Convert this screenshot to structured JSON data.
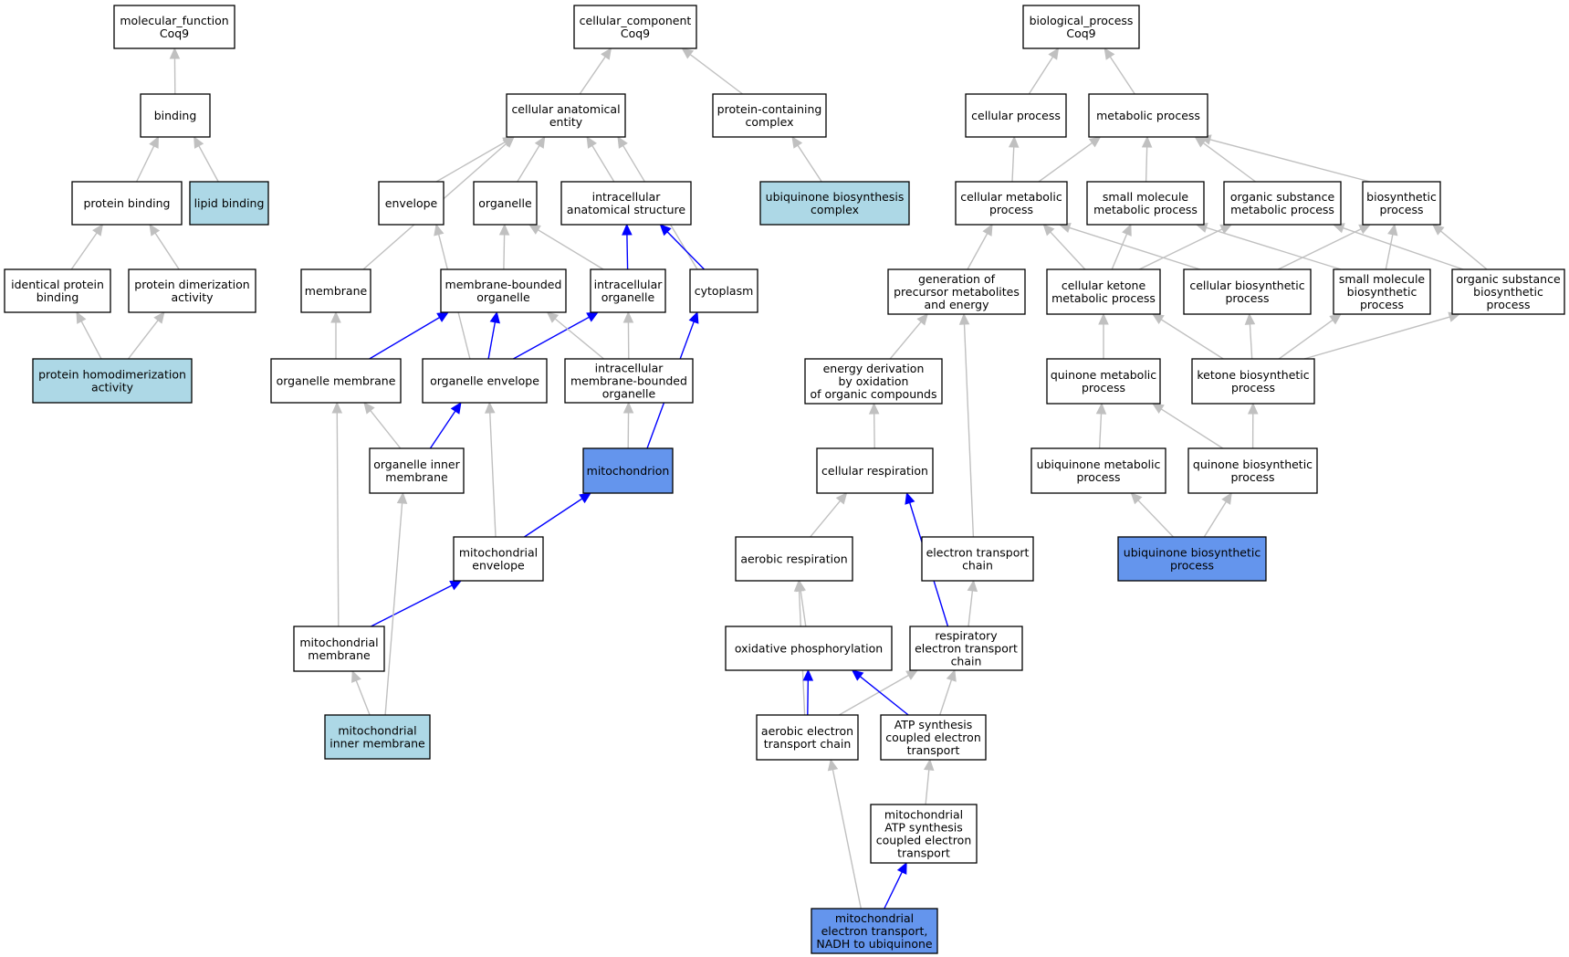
{
  "colors": {
    "plain": "#ffffff",
    "annotated": "#add8e6",
    "selected": "#6495ed",
    "edge_default": "#c0c0c0",
    "edge_highlight": "#0000ff",
    "border": "#000000"
  },
  "nodes": [
    {
      "id": "mf_root",
      "lines": [
        "molecular_function",
        "Coq9"
      ],
      "style": "plain"
    },
    {
      "id": "binding",
      "lines": [
        "binding"
      ],
      "style": "plain"
    },
    {
      "id": "protein_binding",
      "lines": [
        "protein binding"
      ],
      "style": "plain"
    },
    {
      "id": "lipid_binding",
      "lines": [
        "lipid binding"
      ],
      "style": "annotated"
    },
    {
      "id": "identical_protein_binding",
      "lines": [
        "identical protein",
        "binding"
      ],
      "style": "plain"
    },
    {
      "id": "protein_dimerization_activity",
      "lines": [
        "protein dimerization",
        "activity"
      ],
      "style": "plain"
    },
    {
      "id": "protein_homodimerization_activity",
      "lines": [
        "protein homodimerization",
        "activity"
      ],
      "style": "annotated"
    },
    {
      "id": "cc_root",
      "lines": [
        "cellular_component",
        "Coq9"
      ],
      "style": "plain"
    },
    {
      "id": "cellular_anatomical_entity",
      "lines": [
        "cellular anatomical",
        "entity"
      ],
      "style": "plain"
    },
    {
      "id": "protein_containing_complex",
      "lines": [
        "protein-containing",
        "complex"
      ],
      "style": "plain"
    },
    {
      "id": "ubiquinone_biosynthesis_complex",
      "lines": [
        "ubiquinone biosynthesis",
        "complex"
      ],
      "style": "annotated"
    },
    {
      "id": "envelope",
      "lines": [
        "envelope"
      ],
      "style": "plain"
    },
    {
      "id": "organelle",
      "lines": [
        "organelle"
      ],
      "style": "plain"
    },
    {
      "id": "intracellular_anatomical_structure",
      "lines": [
        "intracellular",
        "anatomical structure"
      ],
      "style": "plain"
    },
    {
      "id": "membrane",
      "lines": [
        "membrane"
      ],
      "style": "plain"
    },
    {
      "id": "membrane_bounded_organelle",
      "lines": [
        "membrane-bounded",
        "organelle"
      ],
      "style": "plain"
    },
    {
      "id": "intracellular_organelle",
      "lines": [
        "intracellular",
        "organelle"
      ],
      "style": "plain"
    },
    {
      "id": "cytoplasm",
      "lines": [
        "cytoplasm"
      ],
      "style": "plain"
    },
    {
      "id": "organelle_membrane",
      "lines": [
        "organelle membrane"
      ],
      "style": "plain"
    },
    {
      "id": "organelle_envelope",
      "lines": [
        "organelle envelope"
      ],
      "style": "plain"
    },
    {
      "id": "intracellular_membrane_bounded_organelle",
      "lines": [
        "intracellular",
        "membrane-bounded",
        "organelle"
      ],
      "style": "plain"
    },
    {
      "id": "organelle_inner_membrane",
      "lines": [
        "organelle inner",
        "membrane"
      ],
      "style": "plain"
    },
    {
      "id": "mitochondrion",
      "lines": [
        "mitochondrion"
      ],
      "style": "selected"
    },
    {
      "id": "mitochondrial_envelope",
      "lines": [
        "mitochondrial",
        "envelope"
      ],
      "style": "plain"
    },
    {
      "id": "mitochondrial_membrane",
      "lines": [
        "mitochondrial",
        "membrane"
      ],
      "style": "plain"
    },
    {
      "id": "mitochondrial_inner_membrane",
      "lines": [
        "mitochondrial",
        "inner membrane"
      ],
      "style": "annotated"
    },
    {
      "id": "bp_root",
      "lines": [
        "biological_process",
        "Coq9"
      ],
      "style": "plain"
    },
    {
      "id": "cellular_process",
      "lines": [
        "cellular process"
      ],
      "style": "plain"
    },
    {
      "id": "metabolic_process",
      "lines": [
        "metabolic process"
      ],
      "style": "plain"
    },
    {
      "id": "cellular_metabolic_process",
      "lines": [
        "cellular metabolic",
        "process"
      ],
      "style": "plain"
    },
    {
      "id": "small_molecule_metabolic_process",
      "lines": [
        "small molecule",
        "metabolic process"
      ],
      "style": "plain"
    },
    {
      "id": "organic_substance_metabolic_process",
      "lines": [
        "organic substance",
        "metabolic process"
      ],
      "style": "plain"
    },
    {
      "id": "biosynthetic_process",
      "lines": [
        "biosynthetic",
        "process"
      ],
      "style": "plain"
    },
    {
      "id": "generation_of_precursor",
      "lines": [
        "generation of",
        "precursor metabolites",
        "and energy"
      ],
      "style": "plain"
    },
    {
      "id": "cellular_ketone_metabolic_process",
      "lines": [
        "cellular ketone",
        "metabolic process"
      ],
      "style": "plain"
    },
    {
      "id": "cellular_biosynthetic_process",
      "lines": [
        "cellular biosynthetic",
        "process"
      ],
      "style": "plain"
    },
    {
      "id": "small_molecule_biosynthetic_process",
      "lines": [
        "small molecule",
        "biosynthetic",
        "process"
      ],
      "style": "plain"
    },
    {
      "id": "organic_substance_biosynthetic_process",
      "lines": [
        "organic substance",
        "biosynthetic",
        "process"
      ],
      "style": "plain"
    },
    {
      "id": "energy_derivation",
      "lines": [
        "energy derivation",
        "by oxidation",
        "of organic compounds"
      ],
      "style": "plain"
    },
    {
      "id": "quinone_metabolic_process",
      "lines": [
        "quinone metabolic",
        "process"
      ],
      "style": "plain"
    },
    {
      "id": "ketone_biosynthetic_process",
      "lines": [
        "ketone biosynthetic",
        "process"
      ],
      "style": "plain"
    },
    {
      "id": "cellular_respiration",
      "lines": [
        "cellular respiration"
      ],
      "style": "plain"
    },
    {
      "id": "ubiquinone_metabolic_process",
      "lines": [
        "ubiquinone metabolic",
        "process"
      ],
      "style": "plain"
    },
    {
      "id": "quinone_biosynthetic_process",
      "lines": [
        "quinone biosynthetic",
        "process"
      ],
      "style": "plain"
    },
    {
      "id": "aerobic_respiration",
      "lines": [
        "aerobic respiration"
      ],
      "style": "plain"
    },
    {
      "id": "electron_transport_chain",
      "lines": [
        "electron transport",
        "chain"
      ],
      "style": "plain"
    },
    {
      "id": "ubiquinone_biosynthetic_process",
      "lines": [
        "ubiquinone biosynthetic",
        "process"
      ],
      "style": "selected"
    },
    {
      "id": "oxidative_phosphorylation",
      "lines": [
        "oxidative phosphorylation"
      ],
      "style": "plain"
    },
    {
      "id": "respiratory_electron_transport_chain",
      "lines": [
        "respiratory",
        "electron transport",
        "chain"
      ],
      "style": "plain"
    },
    {
      "id": "aerobic_electron_transport_chain",
      "lines": [
        "aerobic electron",
        "transport chain"
      ],
      "style": "plain"
    },
    {
      "id": "atp_synthesis_coupled_electron_transport",
      "lines": [
        "ATP synthesis",
        "coupled electron",
        "transport"
      ],
      "style": "plain"
    },
    {
      "id": "mitochondrial_atp_synthesis",
      "lines": [
        "mitochondrial",
        "ATP synthesis",
        "coupled electron",
        "transport"
      ],
      "style": "plain"
    },
    {
      "id": "mitochondrial_electron_transport_nadh",
      "lines": [
        "mitochondrial",
        "electron transport,",
        "NADH to ubiquinone"
      ],
      "style": "selected"
    }
  ],
  "edges": [
    {
      "from": "binding",
      "to": "mf_root",
      "highlight": false
    },
    {
      "from": "protein_binding",
      "to": "binding",
      "highlight": false
    },
    {
      "from": "lipid_binding",
      "to": "binding",
      "highlight": false
    },
    {
      "from": "identical_protein_binding",
      "to": "protein_binding",
      "highlight": false
    },
    {
      "from": "protein_dimerization_activity",
      "to": "protein_binding",
      "highlight": false
    },
    {
      "from": "protein_homodimerization_activity",
      "to": "identical_protein_binding",
      "highlight": false
    },
    {
      "from": "protein_homodimerization_activity",
      "to": "protein_dimerization_activity",
      "highlight": false
    },
    {
      "from": "cellular_anatomical_entity",
      "to": "cc_root",
      "highlight": false
    },
    {
      "from": "protein_containing_complex",
      "to": "cc_root",
      "highlight": false
    },
    {
      "from": "ubiquinone_biosynthesis_complex",
      "to": "protein_containing_complex",
      "highlight": false
    },
    {
      "from": "envelope",
      "to": "cellular_anatomical_entity",
      "highlight": false
    },
    {
      "from": "organelle",
      "to": "cellular_anatomical_entity",
      "highlight": false
    },
    {
      "from": "intracellular_anatomical_structure",
      "to": "cellular_anatomical_entity",
      "highlight": false
    },
    {
      "from": "membrane",
      "to": "cellular_anatomical_entity",
      "highlight": false
    },
    {
      "from": "cytoplasm",
      "to": "cellular_anatomical_entity",
      "highlight": false
    },
    {
      "from": "membrane_bounded_organelle",
      "to": "organelle",
      "highlight": false
    },
    {
      "from": "intracellular_organelle",
      "to": "organelle",
      "highlight": false
    },
    {
      "from": "intracellular_organelle",
      "to": "intracellular_anatomical_structure",
      "highlight": true
    },
    {
      "from": "cytoplasm",
      "to": "intracellular_anatomical_structure",
      "highlight": true
    },
    {
      "from": "organelle_membrane",
      "to": "membrane",
      "highlight": false
    },
    {
      "from": "organelle_membrane",
      "to": "membrane_bounded_organelle",
      "highlight": true
    },
    {
      "from": "organelle_envelope",
      "to": "envelope",
      "highlight": false
    },
    {
      "from": "organelle_envelope",
      "to": "membrane_bounded_organelle",
      "highlight": true
    },
    {
      "from": "organelle_envelope",
      "to": "intracellular_organelle",
      "highlight": true
    },
    {
      "from": "intracellular_membrane_bounded_organelle",
      "to": "membrane_bounded_organelle",
      "highlight": false
    },
    {
      "from": "intracellular_membrane_bounded_organelle",
      "to": "intracellular_organelle",
      "highlight": false
    },
    {
      "from": "organelle_inner_membrane",
      "to": "organelle_membrane",
      "highlight": false
    },
    {
      "from": "organelle_inner_membrane",
      "to": "organelle_envelope",
      "highlight": true
    },
    {
      "from": "mitochondrion",
      "to": "intracellular_membrane_bounded_organelle",
      "highlight": false
    },
    {
      "from": "mitochondrion",
      "to": "cytoplasm",
      "highlight": true
    },
    {
      "from": "mitochondrial_envelope",
      "to": "organelle_envelope",
      "highlight": false
    },
    {
      "from": "mitochondrial_envelope",
      "to": "mitochondrion",
      "highlight": true
    },
    {
      "from": "mitochondrial_membrane",
      "to": "organelle_membrane",
      "highlight": false
    },
    {
      "from": "mitochondrial_membrane",
      "to": "mitochondrial_envelope",
      "highlight": true
    },
    {
      "from": "mitochondrial_inner_membrane",
      "to": "mitochondrial_membrane",
      "highlight": false
    },
    {
      "from": "mitochondrial_inner_membrane",
      "to": "organelle_inner_membrane",
      "highlight": false
    },
    {
      "from": "cellular_process",
      "to": "bp_root",
      "highlight": false
    },
    {
      "from": "metabolic_process",
      "to": "bp_root",
      "highlight": false
    },
    {
      "from": "cellular_metabolic_process",
      "to": "cellular_process",
      "highlight": false
    },
    {
      "from": "cellular_metabolic_process",
      "to": "metabolic_process",
      "highlight": false
    },
    {
      "from": "small_molecule_metabolic_process",
      "to": "metabolic_process",
      "highlight": false
    },
    {
      "from": "organic_substance_metabolic_process",
      "to": "metabolic_process",
      "highlight": false
    },
    {
      "from": "biosynthetic_process",
      "to": "metabolic_process",
      "highlight": false
    },
    {
      "from": "generation_of_precursor",
      "to": "cellular_metabolic_process",
      "highlight": false
    },
    {
      "from": "cellular_ketone_metabolic_process",
      "to": "cellular_metabolic_process",
      "highlight": false
    },
    {
      "from": "cellular_ketone_metabolic_process",
      "to": "small_molecule_metabolic_process",
      "highlight": false
    },
    {
      "from": "cellular_ketone_metabolic_process",
      "to": "organic_substance_metabolic_process",
      "highlight": false
    },
    {
      "from": "cellular_biosynthetic_process",
      "to": "cellular_metabolic_process",
      "highlight": false
    },
    {
      "from": "cellular_biosynthetic_process",
      "to": "biosynthetic_process",
      "highlight": false
    },
    {
      "from": "small_molecule_biosynthetic_process",
      "to": "small_molecule_metabolic_process",
      "highlight": false
    },
    {
      "from": "small_molecule_biosynthetic_process",
      "to": "biosynthetic_process",
      "highlight": false
    },
    {
      "from": "organic_substance_biosynthetic_process",
      "to": "organic_substance_metabolic_process",
      "highlight": false
    },
    {
      "from": "organic_substance_biosynthetic_process",
      "to": "biosynthetic_process",
      "highlight": false
    },
    {
      "from": "energy_derivation",
      "to": "generation_of_precursor",
      "highlight": false
    },
    {
      "from": "quinone_metabolic_process",
      "to": "cellular_ketone_metabolic_process",
      "highlight": false
    },
    {
      "from": "ketone_biosynthetic_process",
      "to": "cellular_ketone_metabolic_process",
      "highlight": false
    },
    {
      "from": "ketone_biosynthetic_process",
      "to": "cellular_biosynthetic_process",
      "highlight": false
    },
    {
      "from": "ketone_biosynthetic_process",
      "to": "small_molecule_biosynthetic_process",
      "highlight": false
    },
    {
      "from": "ketone_biosynthetic_process",
      "to": "organic_substance_biosynthetic_process",
      "highlight": false
    },
    {
      "from": "cellular_respiration",
      "to": "energy_derivation",
      "highlight": false
    },
    {
      "from": "ubiquinone_metabolic_process",
      "to": "quinone_metabolic_process",
      "highlight": false
    },
    {
      "from": "quinone_biosynthetic_process",
      "to": "quinone_metabolic_process",
      "highlight": false
    },
    {
      "from": "quinone_biosynthetic_process",
      "to": "ketone_biosynthetic_process",
      "highlight": false
    },
    {
      "from": "aerobic_respiration",
      "to": "cellular_respiration",
      "highlight": false
    },
    {
      "from": "electron_transport_chain",
      "to": "generation_of_precursor",
      "highlight": false
    },
    {
      "from": "ubiquinone_biosynthetic_process",
      "to": "ubiquinone_metabolic_process",
      "highlight": false
    },
    {
      "from": "ubiquinone_biosynthetic_process",
      "to": "quinone_biosynthetic_process",
      "highlight": false
    },
    {
      "from": "oxidative_phosphorylation",
      "to": "aerobic_respiration",
      "highlight": false
    },
    {
      "from": "respiratory_electron_transport_chain",
      "to": "cellular_respiration",
      "highlight": true
    },
    {
      "from": "respiratory_electron_transport_chain",
      "to": "electron_transport_chain",
      "highlight": false
    },
    {
      "from": "aerobic_electron_transport_chain",
      "to": "aerobic_respiration",
      "highlight": false
    },
    {
      "from": "aerobic_electron_transport_chain",
      "to": "oxidative_phosphorylation",
      "highlight": true
    },
    {
      "from": "aerobic_electron_transport_chain",
      "to": "respiratory_electron_transport_chain",
      "highlight": false
    },
    {
      "from": "atp_synthesis_coupled_electron_transport",
      "to": "oxidative_phosphorylation",
      "highlight": true
    },
    {
      "from": "atp_synthesis_coupled_electron_transport",
      "to": "respiratory_electron_transport_chain",
      "highlight": false
    },
    {
      "from": "mitochondrial_atp_synthesis",
      "to": "atp_synthesis_coupled_electron_transport",
      "highlight": false
    },
    {
      "from": "mitochondrial_electron_transport_nadh",
      "to": "aerobic_electron_transport_chain",
      "highlight": false
    },
    {
      "from": "mitochondrial_electron_transport_nadh",
      "to": "mitochondrial_atp_synthesis",
      "highlight": true
    }
  ]
}
